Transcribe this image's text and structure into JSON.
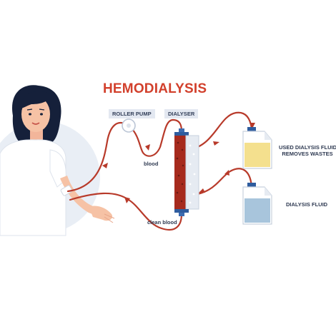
{
  "diagram": {
    "title": "HEMODIALYSIS",
    "labels": {
      "roller_pump": "ROLLER PUMP",
      "dialyser": "DIALYSER",
      "blood": "blood",
      "clean_blood": "clean blood",
      "used_fluid_line1": "USED DIALYSIS FLUID",
      "used_fluid_line2": "REMOVES WASTES",
      "dialysis_fluid": "DIALYSIS FLUID"
    },
    "colors": {
      "accent_red": "#d2402c",
      "tube": "#b83a2a",
      "blood_dark": "#9e2a1c",
      "jar_used_fluid": "#f4e08e",
      "jar_clean_fluid": "#a8c5dc",
      "background_circle": "#e9eef5",
      "label_bg": "#e3e8f1"
    },
    "icons": [
      "patient-woman",
      "roller-pump-wheel",
      "dialyser-column",
      "used-fluid-container",
      "clean-fluid-container",
      "flow-arrow"
    ]
  }
}
